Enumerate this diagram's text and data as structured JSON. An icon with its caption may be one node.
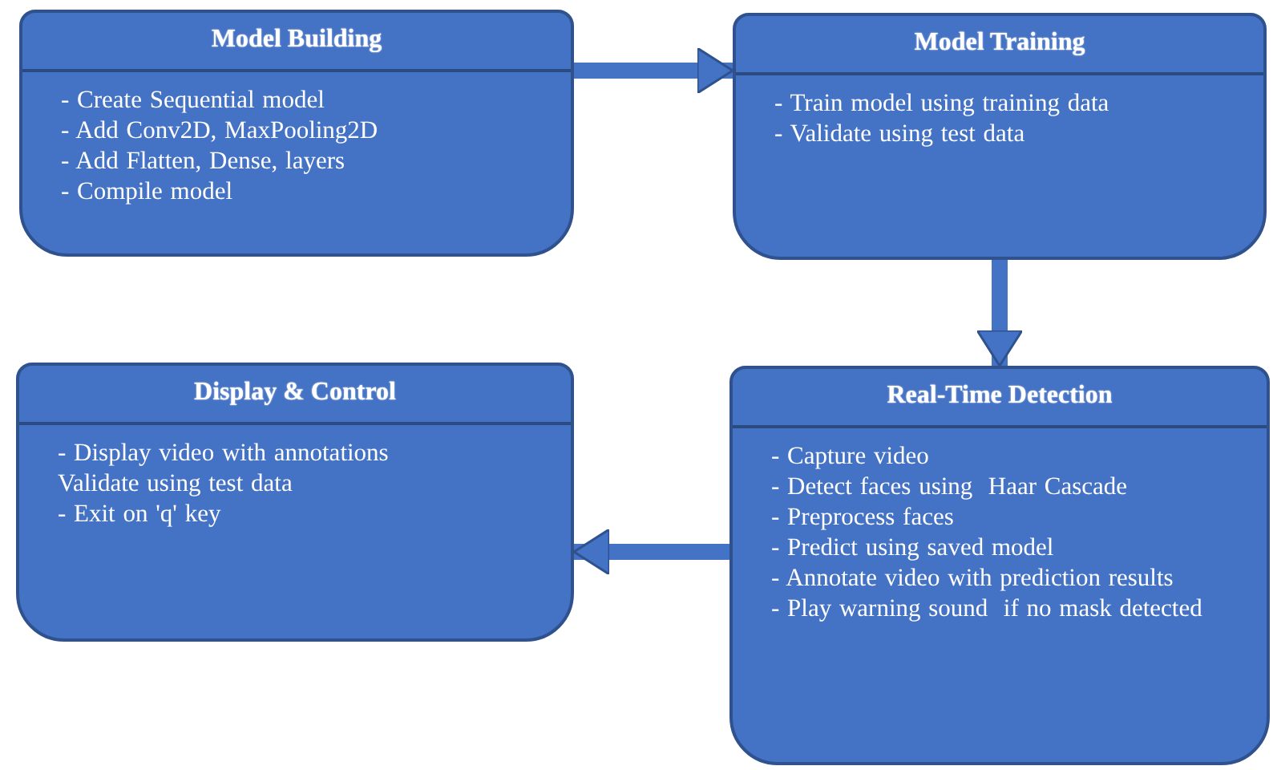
{
  "diagram": {
    "nodes": [
      {
        "text": [
          "Model Building",
          "- Create Sequential model",
          "- Add Conv2D, MaxPooling2D",
          "- Add Flatten, Dense, layers",
          "- Compile model"
        ]
      },
      {
        "text": [
          "Model Training",
          "- Train model using training data",
          "- Validate using test data"
        ]
      },
      {
        "text": [
          "Display & Control",
          "- Display video with annotations",
          "Validate using test data",
          "- Exit on 'q' key"
        ]
      },
      {
        "text": [
          "Real-Time Detection",
          "- Capture video",
          "- Detect faces using  Haar Cascade",
          "- Preprocess faces",
          "- Predict using saved model",
          "- Annotate video with prediction results",
          "- Play warning sound  if no mask detected"
        ]
      }
    ],
    "edges": [
      {
        "from": 0,
        "to": 1,
        "arrow": "to"
      },
      {
        "from": 1,
        "to": 3,
        "arrow": "to"
      },
      {
        "from": 3,
        "to": 2,
        "arrow": "to"
      }
    ]
  }
}
